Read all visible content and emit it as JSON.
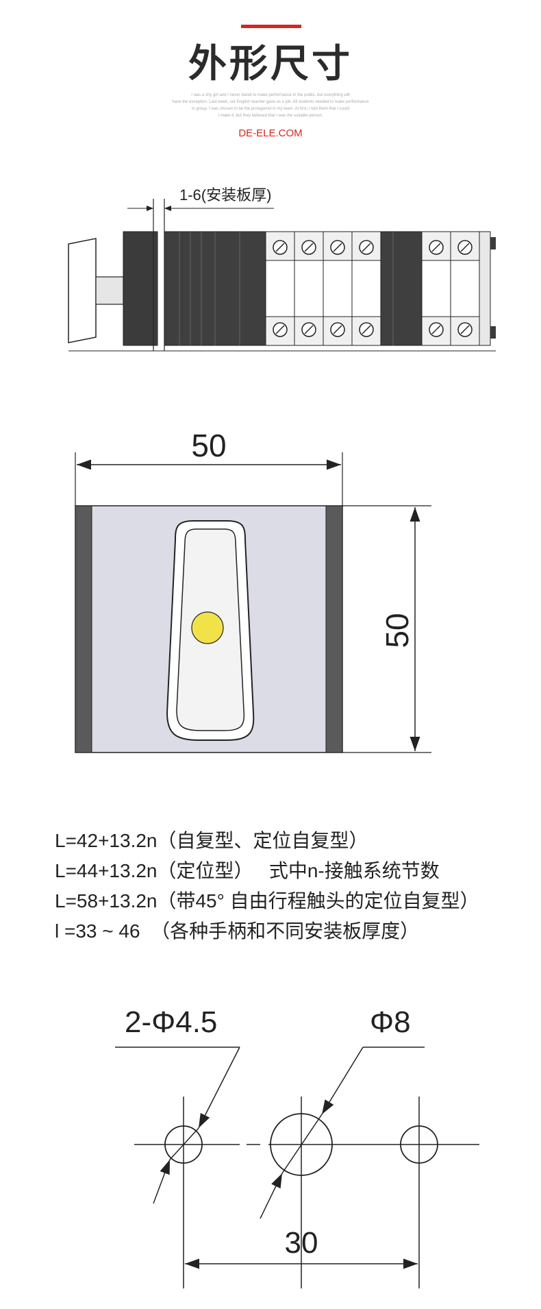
{
  "header": {
    "title": "外形尺寸",
    "subtitle_filler": [
      "I was a shy girl and I never dared to make performance in the public, but everything will",
      "have the exception. Last week, our English teacher gave us a job. All students needed to make performance",
      "in group. I was chosen to be the protagonist in my team. At first, I told them that I could",
      "I make it, but they believed that I was the suitable person."
    ],
    "site": "DE-ELE.COM",
    "accent_color": "#d7261e"
  },
  "side_view": {
    "panel_thickness_label": "1-6(安装板厚)"
  },
  "front_view": {
    "width_label": "50",
    "height_label": "50",
    "indicator_color": "#f2e24a"
  },
  "formulas": [
    "L=42+13.2n（自复型、定位自复型）",
    "L=44+13.2n（定位型）   式中n-接触系统节数",
    "L=58+13.2n（带45° 自由行程触头的定位自复型）",
    "l =33 ~ 46  （各种手柄和不同安装板厚度）"
  ],
  "mounting_holes": {
    "small_hole_label": "2-Φ4.5",
    "center_hole_label": "Φ8",
    "spacing_label": "30"
  }
}
